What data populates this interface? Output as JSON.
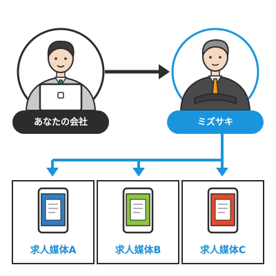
{
  "nodes": {
    "your_company": {
      "label": "あなたの会社"
    },
    "mizusaki": {
      "label": "ミズサキ"
    }
  },
  "media": [
    {
      "label": "求人媒体A",
      "screen_color": "#2f7fc6"
    },
    {
      "label": "求人媒体B",
      "screen_color": "#8cc63f"
    },
    {
      "label": "求人媒体C",
      "screen_color": "#e64a2e"
    }
  ],
  "colors": {
    "dark": "#2c2c2c",
    "accent_blue": "#1a95dd",
    "label_blue": "#1a8ed3",
    "box_border": "#2c2c2c"
  },
  "icons": [
    "person-laptop-icon",
    "businessman-icon",
    "smartphone-icon"
  ]
}
